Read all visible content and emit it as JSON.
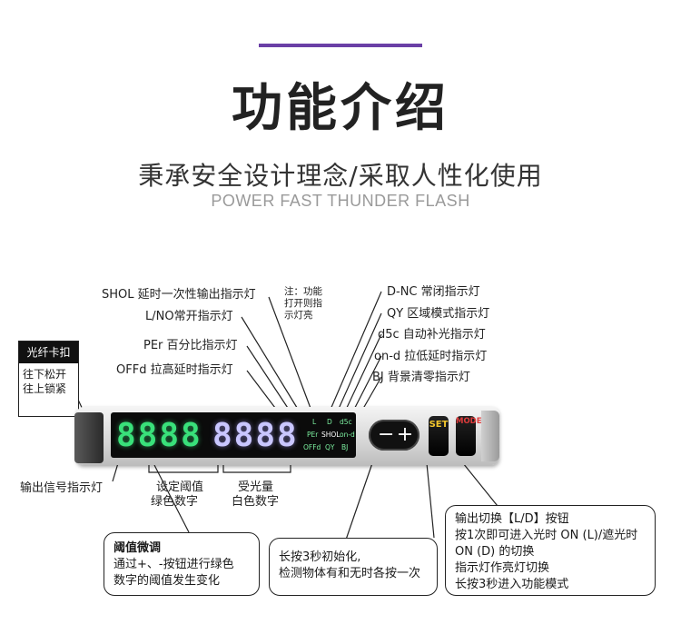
{
  "header": {
    "title": "功能介绍",
    "subtitle": "秉承安全设计理念/采取人性化使用",
    "tagline": "POWER FAST THUNDER FLASH"
  },
  "left_labels": {
    "shol": "SHOL 延时一次性输出指示灯",
    "lno": "L/NO常开指示灯",
    "per": "PEr 百分比指示灯",
    "offd": "OFFd 拉高延时指示灯"
  },
  "note": {
    "text": "注：功能打开则指示灯亮"
  },
  "right_labels": {
    "dnc": "D-NC 常闭指示灯",
    "qy": "QY 区域模式指示灯",
    "d5c": "d5c 自动补光指示灯",
    "ond": "on-d 拉低延时指示灯",
    "bj": "BJ 背景清零指示灯"
  },
  "clip": {
    "title": "光纤卡扣",
    "line1": "往下松开",
    "line2": "往上锁紧"
  },
  "bottom_labels": {
    "output": "输出信号指示灯",
    "threshold_1": "设定阈值",
    "threshold_2": "绿色数字",
    "received_1": "受光量",
    "received_2": "白色数字"
  },
  "device": {
    "green_digits": "8888",
    "white_digits": "8888",
    "ind_L": "L",
    "ind_D": "D",
    "ind_d5c": "d5c",
    "ind_PEr": "PEr",
    "ind_SHOL": "SHOL",
    "ind_ond": "on-d",
    "ind_OFFd": "OFFd",
    "ind_QY": "QY",
    "ind_BJ": "BJ",
    "minus": "−",
    "plus": "+",
    "set": "SET",
    "mode": "MODE"
  },
  "boxes": {
    "fine_title": "阈值微调",
    "fine_line1": "通过+、-按钮进行绿色",
    "fine_line2": "数字的阈值发生变化",
    "init_line1": "长按3秒初始化,",
    "init_line2": "检测物体有和无时各按一次",
    "mode_line1": "输出切换【L/D】按钮",
    "mode_line2": "按1次即可进入光时 ON (L)/遮光时",
    "mode_line3": "ON (D) 的切换",
    "mode_line4": "指示灯作亮灯切换",
    "mode_line5": "长按3秒进入功能模式"
  },
  "colors": {
    "accent": "#6a3fa6",
    "green_digit": "#39e07a",
    "white_digit": "#c9c6ff",
    "set": "#f1c52d",
    "mode": "#e03b3b"
  }
}
